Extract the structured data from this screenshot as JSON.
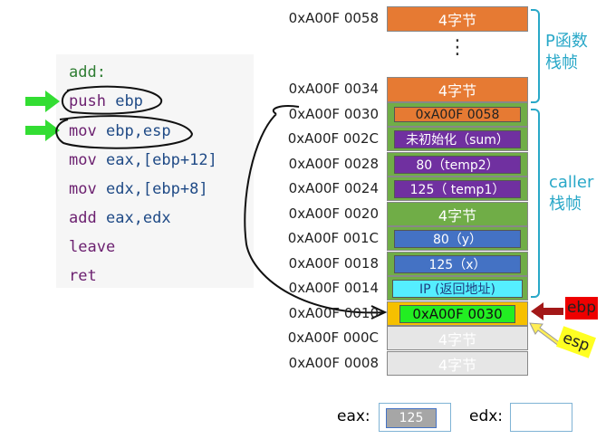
{
  "code": {
    "label": "add:",
    "lines": [
      {
        "op": "push",
        "args": "ebp"
      },
      {
        "op": "mov",
        "args": "ebp,esp"
      },
      {
        "op": "mov",
        "args": "eax,[ebp+12]"
      },
      {
        "op": "mov",
        "args": "edx,[ebp+8]"
      },
      {
        "op": "add",
        "args": "eax,edx"
      },
      {
        "op": "leave",
        "args": ""
      },
      {
        "op": "ret",
        "args": ""
      }
    ]
  },
  "stack": {
    "ellipsis": "⋮",
    "rows": [
      {
        "addr": "0xA00F 0058",
        "text": "4字节"
      },
      {
        "addr": "0xA00F 0034",
        "text": "4字节"
      },
      {
        "addr": "0xA00F 0030",
        "text": "0xA00F 0058"
      },
      {
        "addr": "0xA00F 002C",
        "text": "未初始化（sum）"
      },
      {
        "addr": "0xA00F 0028",
        "text": "80（temp2）"
      },
      {
        "addr": "0xA00F 0024",
        "text": "125（ temp1）"
      },
      {
        "addr": "0xA00F 0020",
        "text": "4字节"
      },
      {
        "addr": "0xA00F 001C",
        "text": "80（y）"
      },
      {
        "addr": "0xA00F 0018",
        "text": "125（x）"
      },
      {
        "addr": "0xA00F 0014",
        "text": "IP (返回地址)"
      },
      {
        "addr": "0xA00F 0010",
        "text": "0xA00F 0030"
      },
      {
        "addr": "0xA00F 000C",
        "text": "4字节"
      },
      {
        "addr": "0xA00F 0008",
        "text": "4字节"
      }
    ]
  },
  "frames": {
    "p": "P函数栈帧",
    "caller": "caller栈帧"
  },
  "pointers": {
    "ebp": "ebp",
    "esp": "esp"
  },
  "registers": {
    "eax_label": "eax:",
    "eax_value": "125",
    "edx_label": "edx:",
    "edx_value": ""
  }
}
